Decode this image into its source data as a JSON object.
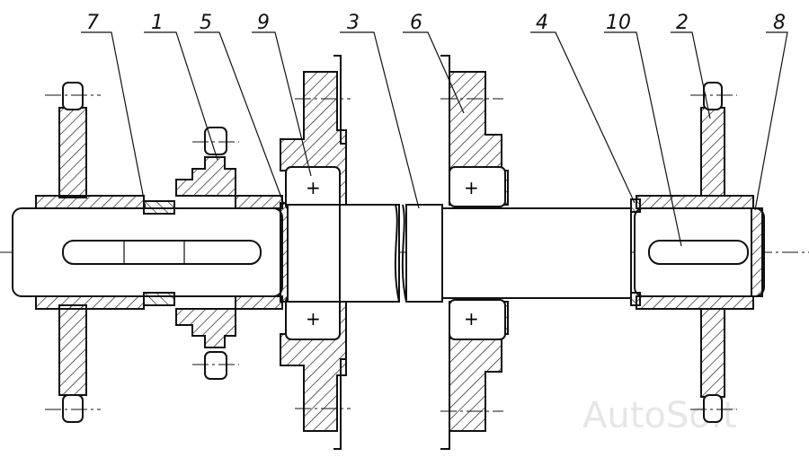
{
  "callouts": [
    "7",
    "1",
    "5",
    "9",
    "3",
    "6",
    "4",
    "10",
    "2",
    "8"
  ],
  "watermark": "AutoSoft"
}
